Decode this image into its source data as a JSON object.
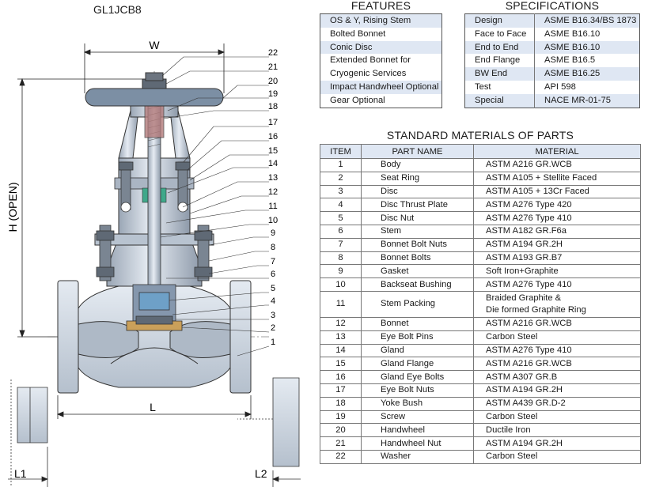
{
  "model": "GL1JCB8",
  "features": {
    "title": "FEATURES",
    "items": [
      "OS & Y, Rising Stem",
      "Bolted Bonnet",
      "Conic Disc",
      "Extended Bonnet for",
      "Cryogenic Services",
      "Impact Handwheel Optional",
      "Gear Optional"
    ]
  },
  "specifications": {
    "title": "SPECIFICATIONS",
    "rows": [
      {
        "label": "Design",
        "value": "ASME B16.34/BS 1873"
      },
      {
        "label": "Face to Face",
        "value": "ASME B16.10"
      },
      {
        "label": "End to End",
        "value": "ASME B16.10"
      },
      {
        "label": "End Flange",
        "value": "ASME B16.5"
      },
      {
        "label": "BW End",
        "value": "ASME B16.25"
      },
      {
        "label": "Test",
        "value": "API 598"
      },
      {
        "label": "Special",
        "value": "NACE MR-01-75"
      }
    ]
  },
  "materials": {
    "title": "STANDARD MATERIALS OF PARTS",
    "headers": {
      "item": "ITEM",
      "part": "PART NAME",
      "material": "MATERIAL"
    },
    "rows": [
      {
        "item": "1",
        "part": "Body",
        "material": "ASTM A216 GR.WCB"
      },
      {
        "item": "2",
        "part": "Seat Ring",
        "material": "ASTM A105 + Stellite Faced"
      },
      {
        "item": "3",
        "part": "Disc",
        "material": "ASTM A105 + 13Cr Faced"
      },
      {
        "item": "4",
        "part": "Disc Thrust Plate",
        "material": "ASTM A276 Type 420"
      },
      {
        "item": "5",
        "part": "Disc Nut",
        "material": "ASTM A276 Type 410"
      },
      {
        "item": "6",
        "part": "Stem",
        "material": "ASTM A182  GR.F6a"
      },
      {
        "item": "7",
        "part": "Bonnet Bolt Nuts",
        "material": "ASTM A194 GR.2H"
      },
      {
        "item": "8",
        "part": "Bonnet  Bolts",
        "material": "ASTM A193 GR.B7"
      },
      {
        "item": "9",
        "part": "Gasket",
        "material": "Soft Iron+Graphite"
      },
      {
        "item": "10",
        "part": "Backseat Bushing",
        "material": "ASTM A276 Type 410"
      },
      {
        "item": "11",
        "part": "Stem Packing",
        "material": "Braided Graphite &",
        "material2": "Die formed Graphite Ring"
      },
      {
        "item": "12",
        "part": "Bonnet",
        "material": "ASTM A216 GR.WCB"
      },
      {
        "item": "13",
        "part": "Eye Bolt Pins",
        "material": "Carbon Steel"
      },
      {
        "item": "14",
        "part": "Gland",
        "material": "ASTM A276 Type 410"
      },
      {
        "item": "15",
        "part": "Gland Flange",
        "material": "ASTM A216 GR.WCB"
      },
      {
        "item": "16",
        "part": "Gland Eye Bolts",
        "material": "ASTM A307 GR.B"
      },
      {
        "item": "17",
        "part": "Eye Bolt Nuts",
        "material": "ASTM A194 GR.2H"
      },
      {
        "item": "18",
        "part": "Yoke Bush",
        "material": "ASTM A439 GR.D-2"
      },
      {
        "item": "19",
        "part": "Screw",
        "material": "Carbon Steel"
      },
      {
        "item": "20",
        "part": "Handwheel",
        "material": "Ductile Iron"
      },
      {
        "item": "21",
        "part": "Handwheel Nut",
        "material": "ASTM A194 GR.2H"
      },
      {
        "item": "22",
        "part": "Washer",
        "material": "Carbon Steel"
      }
    ]
  },
  "drawing": {
    "dim_w": "W",
    "dim_h": "H (OPEN)",
    "dim_l": "L",
    "dim_l1": "L1",
    "dim_l2": "L2",
    "callouts": [
      "22",
      "21",
      "20",
      "19",
      "18",
      "17",
      "16",
      "15",
      "14",
      "13",
      "12",
      "11",
      "10",
      "9",
      "8",
      "7",
      "6",
      "5",
      "4",
      "3",
      "2",
      "1"
    ],
    "colors": {
      "metal": "#c9d3df",
      "metal_dark": "#8b98a8",
      "packing": "#3fa88a",
      "seat": "#caa05a",
      "nut": "#6d7580"
    }
  }
}
